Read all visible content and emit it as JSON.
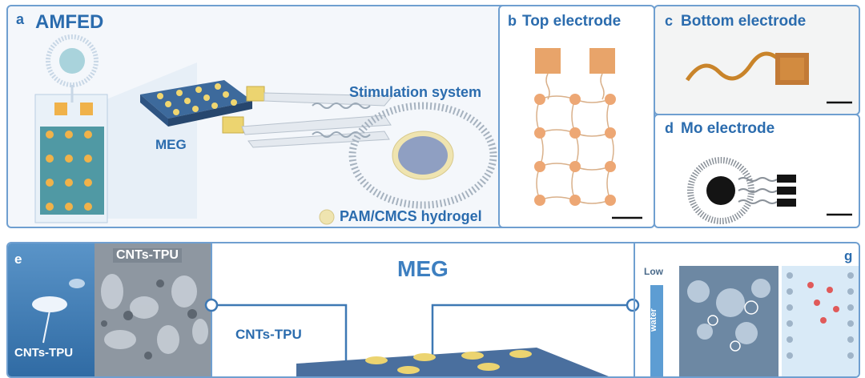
{
  "panel_a": {
    "letter": "a",
    "title": "AMFED",
    "meg_label": "MEG",
    "stimulation_label": "Stimulation system",
    "hydrogel_label": "PAM/CMCS hydrogel"
  },
  "panel_b": {
    "letter": "b",
    "title": "Top electrode"
  },
  "panel_c": {
    "letter": "c",
    "title": "Bottom electrode"
  },
  "panel_d": {
    "letter": "d",
    "title": "Mo electrode"
  },
  "panel_e": {
    "letter": "e",
    "sem_label": "CNTs-TPU",
    "bottom_label": "CNTs-TPU"
  },
  "panel_f": {
    "title": "MEG",
    "material_label": "CNTs-TPU"
  },
  "panel_g": {
    "letter": "g",
    "low_label": "Low",
    "water_label": "water"
  },
  "colors": {
    "frame": "#6f9fd0",
    "label": "#2b6cae",
    "copper": "#e8a46a",
    "gold": "#efd77a",
    "hydrogel": "#efe4b0"
  }
}
